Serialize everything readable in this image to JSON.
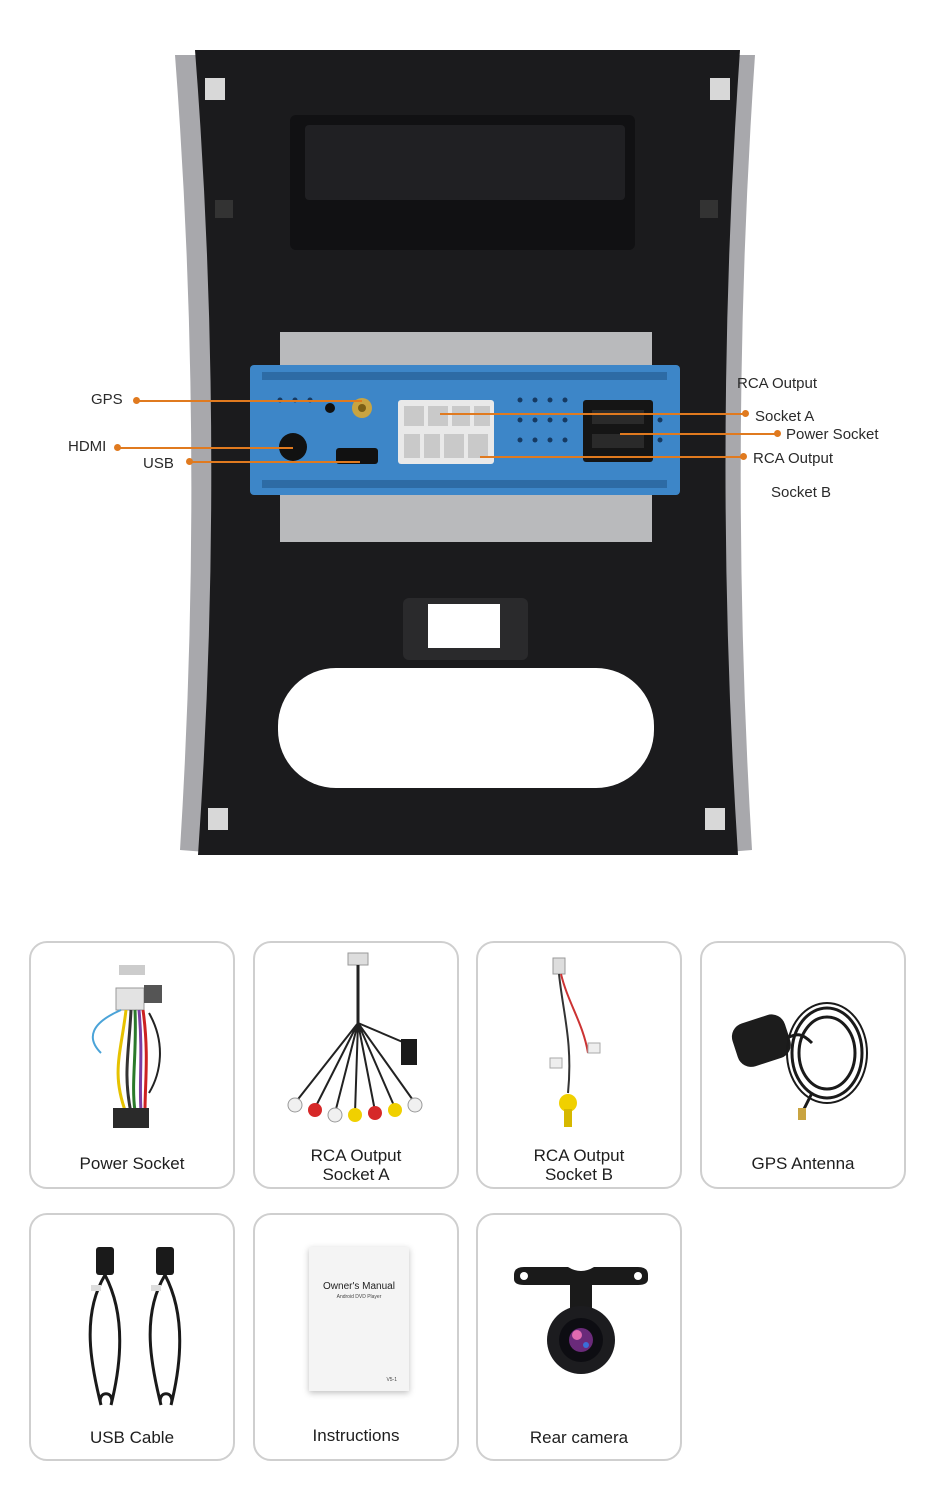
{
  "callouts": {
    "gps": "GPS",
    "hdmi": "HDMI",
    "usb": "USB",
    "rca_output_top": "RCA Output",
    "socket_a": "Socket A",
    "power_socket": "Power Socket",
    "rca_output_bottom": "RCA Output",
    "socket_b": "Socket B"
  },
  "accent_color": "#e07a1f",
  "items": [
    {
      "label": "Power Socket"
    },
    {
      "label_line1": "RCA Output",
      "label_line2": "Socket A"
    },
    {
      "label_line1": "RCA Output",
      "label_line2": "Socket B"
    },
    {
      "label": "GPS Antenna"
    },
    {
      "label": "USB Cable"
    },
    {
      "label": "Instructions"
    },
    {
      "label": "Rear camera"
    }
  ],
  "manual": {
    "title": "Owner's Manual",
    "subtitle": "Android DVD Player",
    "code": "V5-1"
  }
}
